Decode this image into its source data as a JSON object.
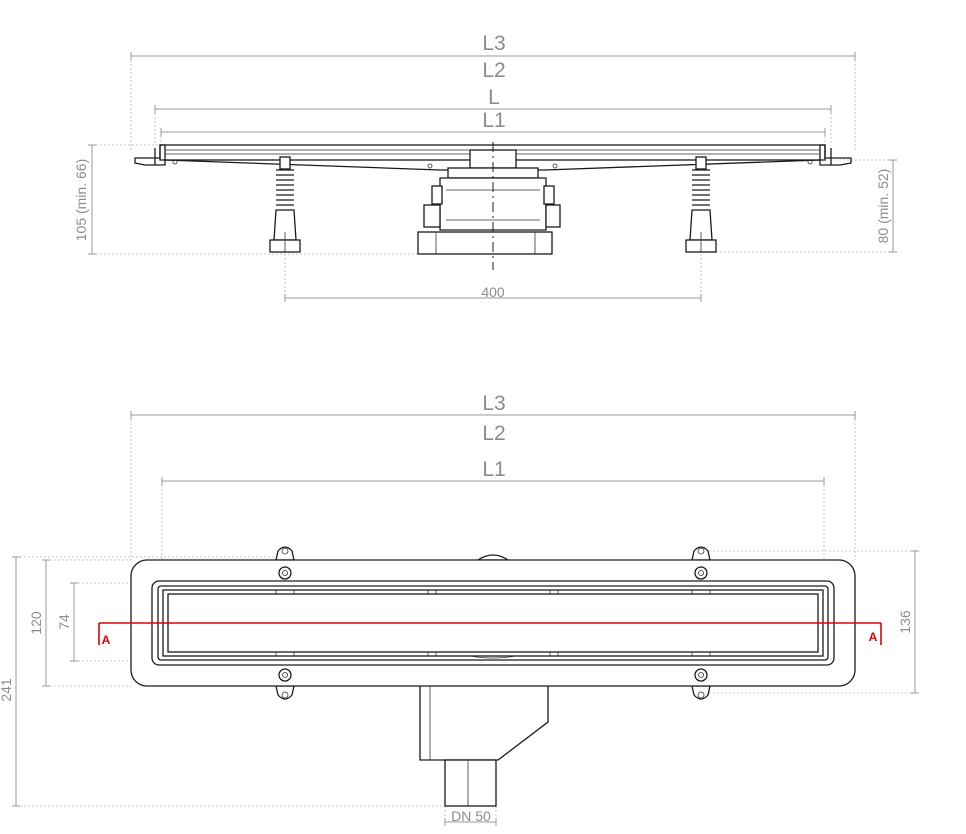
{
  "colors": {
    "section_line": "#e00000",
    "outline": "#1a1a1a",
    "dimension": "#9a9a9a"
  },
  "side_view": {
    "dim_L3": "L3",
    "dim_L2": "L2",
    "dim_L": "L",
    "dim_L1": "L1",
    "dim_height_left": "105 (min. 66)",
    "dim_height_right": "80 (min. 52)",
    "dim_feet_spacing": "400"
  },
  "top_view": {
    "dim_L3": "L3",
    "dim_L2": "L2",
    "dim_L1": "L1",
    "dim_total_height": "241",
    "dim_outer_width": "120",
    "dim_grate_width": "74",
    "dim_flange_width": "136",
    "dim_outlet": "DN 50",
    "section_left": "A",
    "section_right": "A"
  }
}
